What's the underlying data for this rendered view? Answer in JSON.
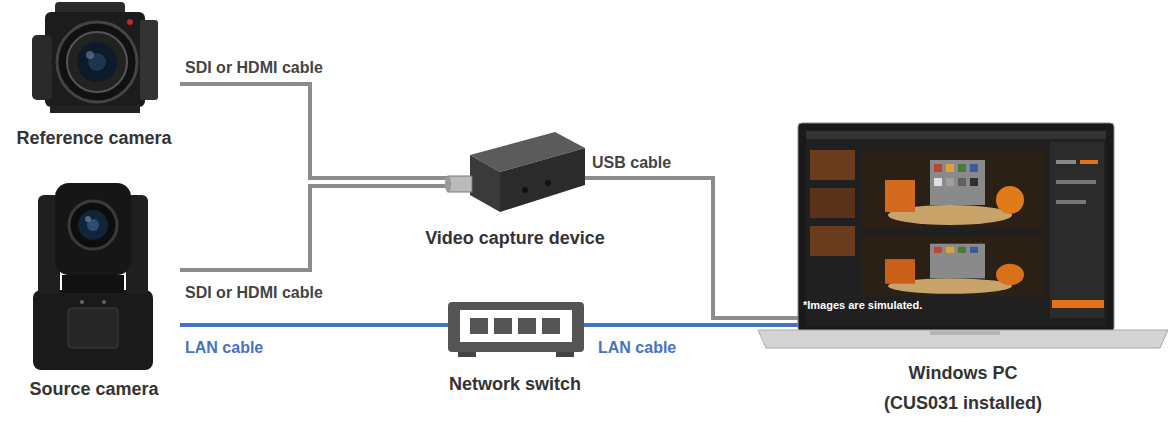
{
  "diagram": {
    "nodes": [
      {
        "text": [
          "Reference camera"
        ]
      },
      {
        "text": [
          "Source camera"
        ]
      },
      {
        "text": [
          "Video capture device"
        ]
      },
      {
        "text": [
          "Network switch"
        ]
      },
      {
        "text": [
          "Windows PC (CUS031 installed)"
        ]
      }
    ],
    "edges": [
      {
        "from": 0,
        "to": 2,
        "arrow": "none",
        "label": "SDI or HDMI cable"
      },
      {
        "from": 1,
        "to": 2,
        "arrow": "none",
        "label": "SDI or HDMI cable"
      },
      {
        "from": 2,
        "to": 4,
        "arrow": "none",
        "label": "USB cable"
      },
      {
        "from": 1,
        "to": 3,
        "arrow": "none",
        "label": "LAN cable"
      },
      {
        "from": 3,
        "to": 4,
        "arrow": "none",
        "label": "LAN cable"
      }
    ],
    "labels": [
      "*Images are simulated."
    ]
  }
}
